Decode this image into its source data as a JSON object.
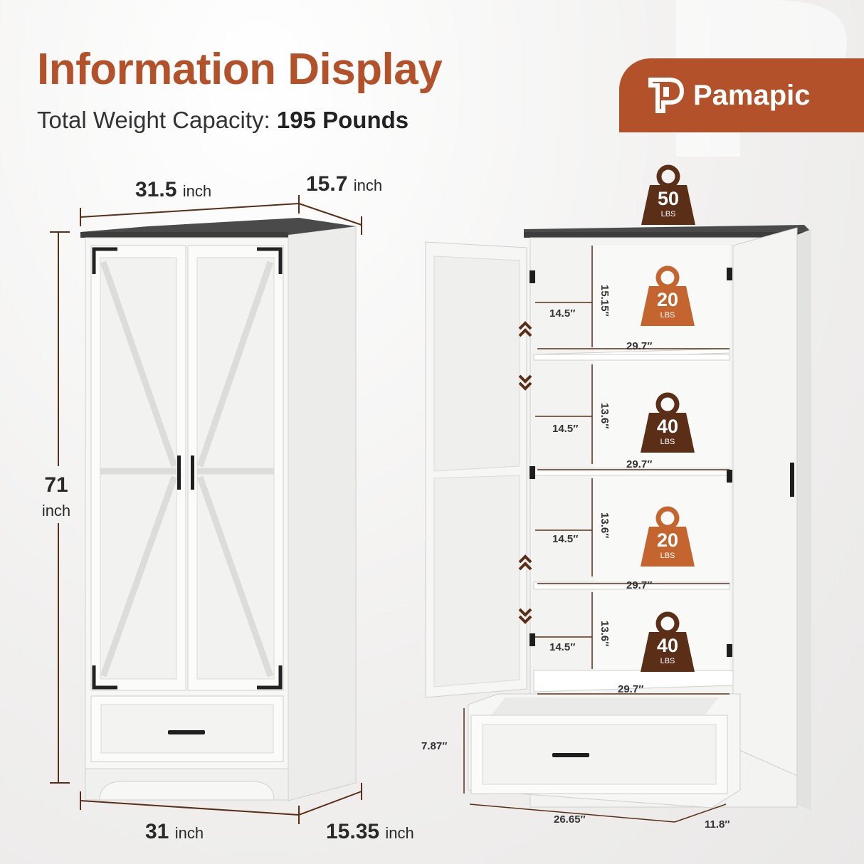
{
  "header": {
    "title": "Information Display",
    "capacity_label": "Total Weight Capacity:",
    "capacity_value": "195 Pounds"
  },
  "brand": {
    "name": "Pamapic",
    "color": "#b3522a",
    "icon": "pamapic-logo-icon"
  },
  "left_cabinet": {
    "width_value": "31.5",
    "width_unit": "inch",
    "depth_value": "15.7",
    "depth_unit": "inch",
    "height_value": "71",
    "height_unit": "inch",
    "base_width_value": "31",
    "base_width_unit": "inch",
    "base_depth_value": "15.35",
    "base_depth_unit": "inch"
  },
  "right_cabinet": {
    "top_weight": {
      "value": "50",
      "unit": "LBS"
    },
    "shelves": [
      {
        "depth": "14.5″",
        "height": "15.15″",
        "width": "29.7″",
        "weight": "20",
        "unit": "LBS"
      },
      {
        "depth": "14.5″",
        "height": "13.6″",
        "width": "29.7″",
        "weight": "40",
        "unit": "LBS"
      },
      {
        "depth": "14.5″",
        "height": "13.6″",
        "width": "29.7″",
        "weight": "20",
        "unit": "LBS"
      },
      {
        "depth": "14.5″",
        "height": "13.6″",
        "width": "29.7″",
        "weight": "40",
        "unit": "LBS"
      }
    ],
    "drawer": {
      "height": "7.87″",
      "width": "26.65″",
      "depth": "11.8″"
    }
  },
  "colors": {
    "accent": "#b3522a",
    "weight_dark": "#5a2e17",
    "weight_light": "#c4642f"
  }
}
